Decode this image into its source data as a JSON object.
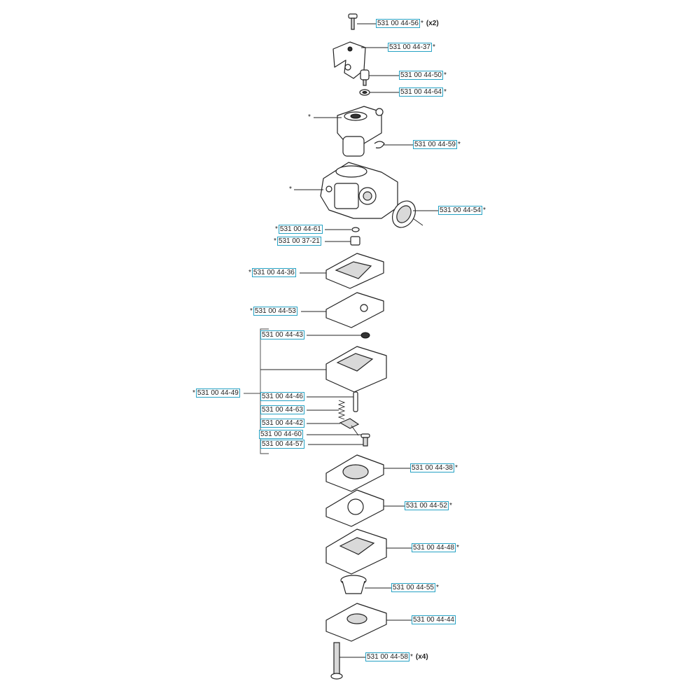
{
  "diagram": {
    "parts": [
      {
        "id": "p1",
        "pre": "",
        "number": "531 00 44-56",
        "post": "*",
        "qty": "(x2)"
      },
      {
        "id": "p2",
        "pre": "",
        "number": "531 00 44-37",
        "post": "*",
        "qty": ""
      },
      {
        "id": "p3",
        "pre": "",
        "number": "531 00 44-50",
        "post": "*",
        "qty": ""
      },
      {
        "id": "p4",
        "pre": "",
        "number": "531 00 44-64",
        "post": "*",
        "qty": ""
      },
      {
        "id": "p5",
        "pre": "",
        "number": "531 00 44-59",
        "post": "*",
        "qty": ""
      },
      {
        "id": "p6",
        "pre": "",
        "number": "531 00 44-54",
        "post": "*",
        "qty": ""
      },
      {
        "id": "p7",
        "pre": "*",
        "number": "531 00 44-61",
        "post": "",
        "qty": ""
      },
      {
        "id": "p8",
        "pre": "*",
        "number": "531 00 37-21",
        "post": "",
        "qty": ""
      },
      {
        "id": "p9",
        "pre": "*",
        "number": "531 00 44-36",
        "post": "",
        "qty": ""
      },
      {
        "id": "p10",
        "pre": "*",
        "number": "531 00 44-53",
        "post": "",
        "qty": ""
      },
      {
        "id": "p11",
        "pre": "",
        "number": "531 00 44-43",
        "post": "",
        "qty": ""
      },
      {
        "id": "p12",
        "pre": "*",
        "number": "531 00 44-49",
        "post": "",
        "qty": ""
      },
      {
        "id": "p13",
        "pre": "",
        "number": "531 00 44-46",
        "post": "",
        "qty": ""
      },
      {
        "id": "p14",
        "pre": "",
        "number": "531 00 44-63",
        "post": "",
        "qty": ""
      },
      {
        "id": "p15",
        "pre": "",
        "number": "531 00 44-42",
        "post": "",
        "qty": ""
      },
      {
        "id": "p16",
        "pre": "",
        "number": "531 00 44-60",
        "post": "",
        "qty": ""
      },
      {
        "id": "p17",
        "pre": "",
        "number": "531 00 44-57",
        "post": "",
        "qty": ""
      },
      {
        "id": "p18",
        "pre": "",
        "number": "531 00 44-38",
        "post": "*",
        "qty": ""
      },
      {
        "id": "p19",
        "pre": "",
        "number": "531 00 44-52",
        "post": "*",
        "qty": ""
      },
      {
        "id": "p20",
        "pre": "",
        "number": "531 00 44-48",
        "post": "*",
        "qty": ""
      },
      {
        "id": "p21",
        "pre": "",
        "number": "531 00 44-55",
        "post": "*",
        "qty": ""
      },
      {
        "id": "p22",
        "pre": "",
        "number": "531 00 44-44",
        "post": "",
        "qty": ""
      },
      {
        "id": "p23",
        "pre": "",
        "number": "531 00 44-58",
        "post": "*",
        "qty": "(x4)"
      }
    ],
    "unlabeled_markers": [
      "*",
      "*"
    ],
    "colors": {
      "label_border": "#27a2c4",
      "line": "#222222"
    }
  }
}
